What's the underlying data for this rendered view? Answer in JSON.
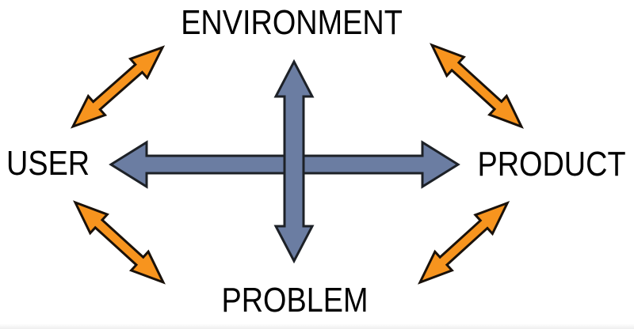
{
  "diagram": {
    "labels": {
      "environment": "ENVIRONMENT",
      "user": "USER",
      "product": "PRODUCT",
      "problem": "PROBLEM"
    },
    "relationships": [
      {
        "from": "USER",
        "to": "PRODUCT",
        "style": "cross-double-arrow",
        "color": "slate-blue"
      },
      {
        "from": "ENVIRONMENT",
        "to": "PROBLEM",
        "style": "cross-double-arrow",
        "color": "slate-blue"
      },
      {
        "from": "USER",
        "to": "ENVIRONMENT",
        "style": "diagonal-double-arrow",
        "color": "orange"
      },
      {
        "from": "ENVIRONMENT",
        "to": "PRODUCT",
        "style": "diagonal-double-arrow",
        "color": "orange"
      },
      {
        "from": "USER",
        "to": "PROBLEM",
        "style": "diagonal-double-arrow",
        "color": "orange"
      },
      {
        "from": "PROBLEM",
        "to": "PRODUCT",
        "style": "diagonal-double-arrow",
        "color": "orange"
      }
    ],
    "colors": {
      "background": "#ffffff",
      "cross_arrow_fill": "#6b7da2",
      "cross_arrow_outline": "#1d2127",
      "diagonal_arrow_fill": "#f7941e",
      "diagonal_arrow_outline": "#19110a",
      "label_text": "#000000"
    }
  }
}
